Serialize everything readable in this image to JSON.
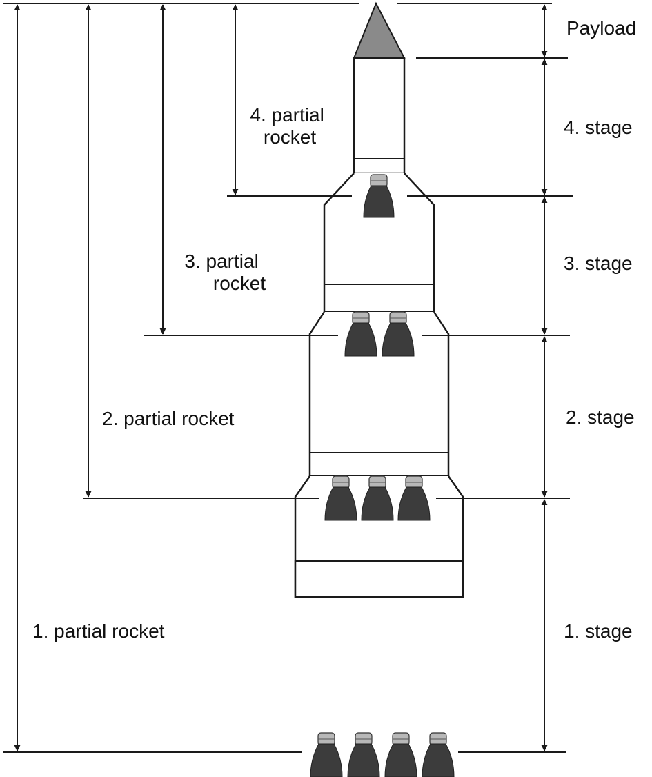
{
  "diagram": {
    "left_labels": {
      "p4": [
        "4. partial",
        "rocket"
      ],
      "p3": [
        "3. partial",
        "rocket"
      ],
      "p2": "2. partial rocket",
      "p1": "1. partial rocket"
    },
    "right_labels": {
      "payload": "Payload",
      "s4": "4. stage",
      "s3": "3. stage",
      "s2": "2. stage",
      "s1": "1. stage"
    },
    "engines": {
      "stage4": 1,
      "stage3": 2,
      "stage2": 3,
      "stage1": 4
    },
    "colors": {
      "line": "#1a1a1a",
      "nosecone": "#8a8a8a",
      "engine": "#3c3c3c",
      "engine_top": "#b8b8b8"
    }
  }
}
